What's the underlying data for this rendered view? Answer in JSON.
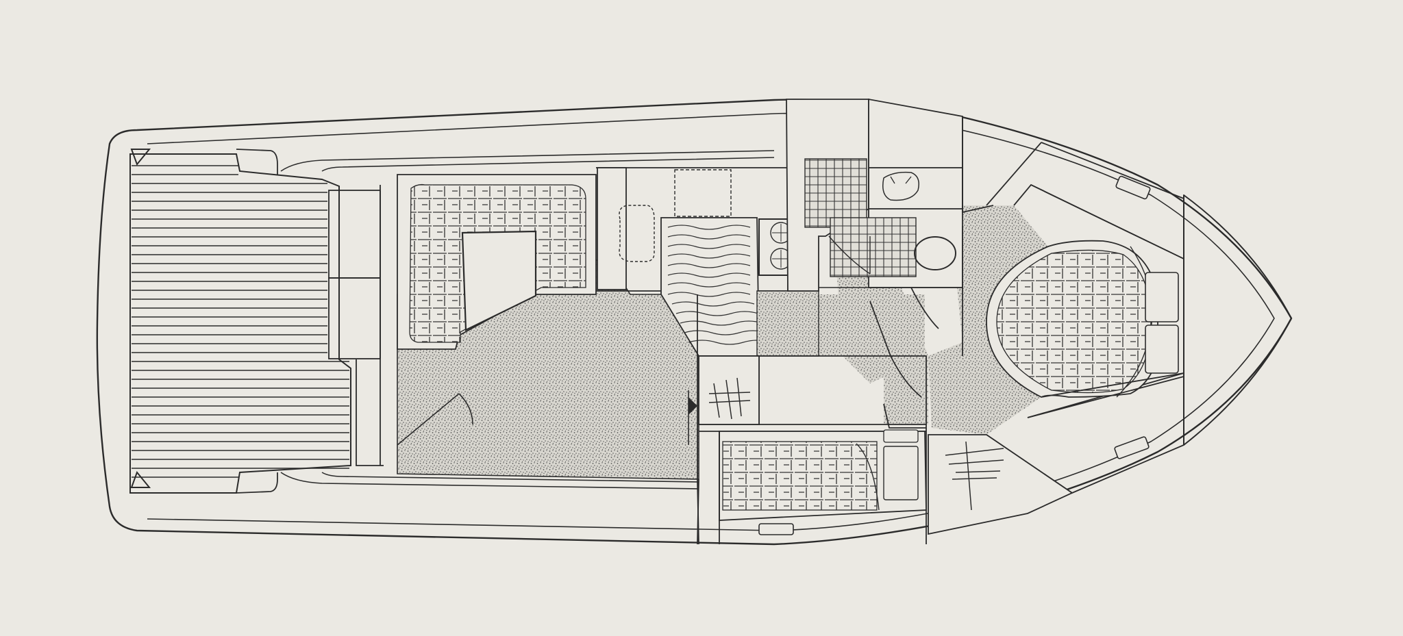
{
  "diagram": {
    "type": "boat-deck-plan",
    "orientation": "bow-right",
    "colors": {
      "paper": "#ebe9e3",
      "ink": "#2b2b2b",
      "stipple": "#6f6f6f"
    },
    "regions": [
      {
        "name": "aft-swim-platform-deck",
        "icon": "teak-deck-stripes"
      },
      {
        "name": "transom-steps"
      },
      {
        "name": "cockpit-wet-bar"
      },
      {
        "name": "u-shaped-dinette",
        "icon": "cushion-grid"
      },
      {
        "name": "dinette-table"
      },
      {
        "name": "salon-floor",
        "icon": "carpet-stipple"
      },
      {
        "name": "companionway-stairs"
      },
      {
        "name": "galley-sink-counter"
      },
      {
        "name": "galley-counter-wavy",
        "icon": "wood-grain"
      },
      {
        "name": "galley-stove",
        "icon": "two-burner-cooktop"
      },
      {
        "name": "head-shower",
        "icon": "tile-grid"
      },
      {
        "name": "head-vanity-sink",
        "icon": "sink-icon"
      },
      {
        "name": "head-toilet",
        "icon": "toilet-icon"
      },
      {
        "name": "midship-berth",
        "icon": "cushion-grid"
      },
      {
        "name": "hanging-locker",
        "icon": "hangers"
      },
      {
        "name": "forward-v-berth",
        "icon": "cushion-grid"
      },
      {
        "name": "forward-pillows"
      },
      {
        "name": "port-lights"
      },
      {
        "name": "bow-anchor-locker"
      }
    ]
  }
}
